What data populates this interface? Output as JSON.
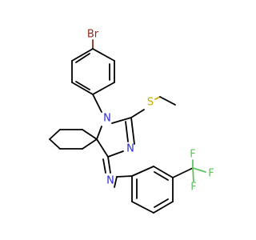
{
  "atoms": {
    "br": {
      "text": "Br",
      "color": "#8a2c1a"
    },
    "n1": {
      "text": "N",
      "color": "#2b2bd6"
    },
    "n_ring": {
      "text": "N",
      "color": "#2b2bd6"
    },
    "n_imine": {
      "text": "N",
      "color": "#2b2bd6"
    },
    "s": {
      "text": "S",
      "color": "#c8a800"
    },
    "f1": {
      "text": "F",
      "color": "#5fc45f"
    },
    "f2": {
      "text": "F",
      "color": "#5fc45f"
    },
    "f3": {
      "text": "F",
      "color": "#5fc45f"
    }
  }
}
